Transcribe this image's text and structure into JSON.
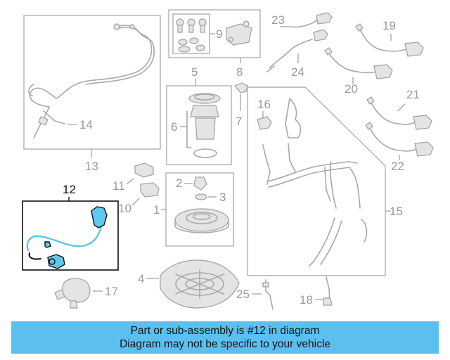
{
  "diagram": {
    "highlight_color": "#5ec8ee",
    "labels": {
      "l1": "1",
      "l2": "2",
      "l3": "3",
      "l4": "4",
      "l5": "5",
      "l6": "6",
      "l7": "7",
      "l8": "8",
      "l9": "9",
      "l10": "10",
      "l11": "11",
      "l12": "12",
      "l13": "13",
      "l14": "14",
      "l15": "15",
      "l16": "16",
      "l17": "17",
      "l18": "18",
      "l19": "19",
      "l20": "20",
      "l21": "21",
      "l22": "22",
      "l23": "23",
      "l24": "24",
      "l25": "25"
    }
  },
  "banner": {
    "color": "#5bc0f0",
    "line1": "Part or sub-assembly is #12 in diagram",
    "line2": "Diagram may not be specific to your vehicle"
  }
}
